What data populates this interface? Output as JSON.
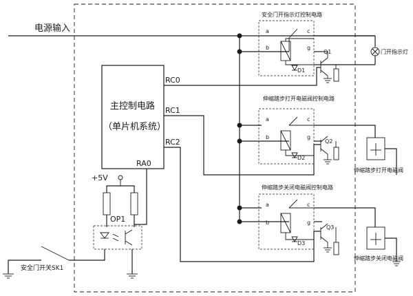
{
  "labels": {
    "power_input": "电源输入",
    "main_ctrl_line1": "主控制电路",
    "main_ctrl_line2": "（单片机系统）",
    "rc0": "RC0",
    "rc1": "RC1",
    "rc2": "RC2",
    "ra0": "RA0",
    "plus5v": "+5V",
    "op1": "OP1",
    "door_switch": "安全门开关SK1",
    "circuit1_title": "安全门开指示灯控制电路",
    "circuit2_title": "伸缩踏步打开电磁阀控制电路",
    "circuit3_title": "伸缩踏步关闭电磁阀控制电路",
    "lamp": "门开指示灯",
    "valve_open": "伸缩踏步打开电磁阀",
    "valve_close": "伸缩踏步关闭电磁阀",
    "q1": "Q1",
    "q2": "Q2",
    "q3": "Q3",
    "d1": "D1",
    "d2": "D2",
    "d3": "D3",
    "pin_a": "a",
    "pin_b": "b",
    "pin_c": "c",
    "pin_g": "g"
  }
}
